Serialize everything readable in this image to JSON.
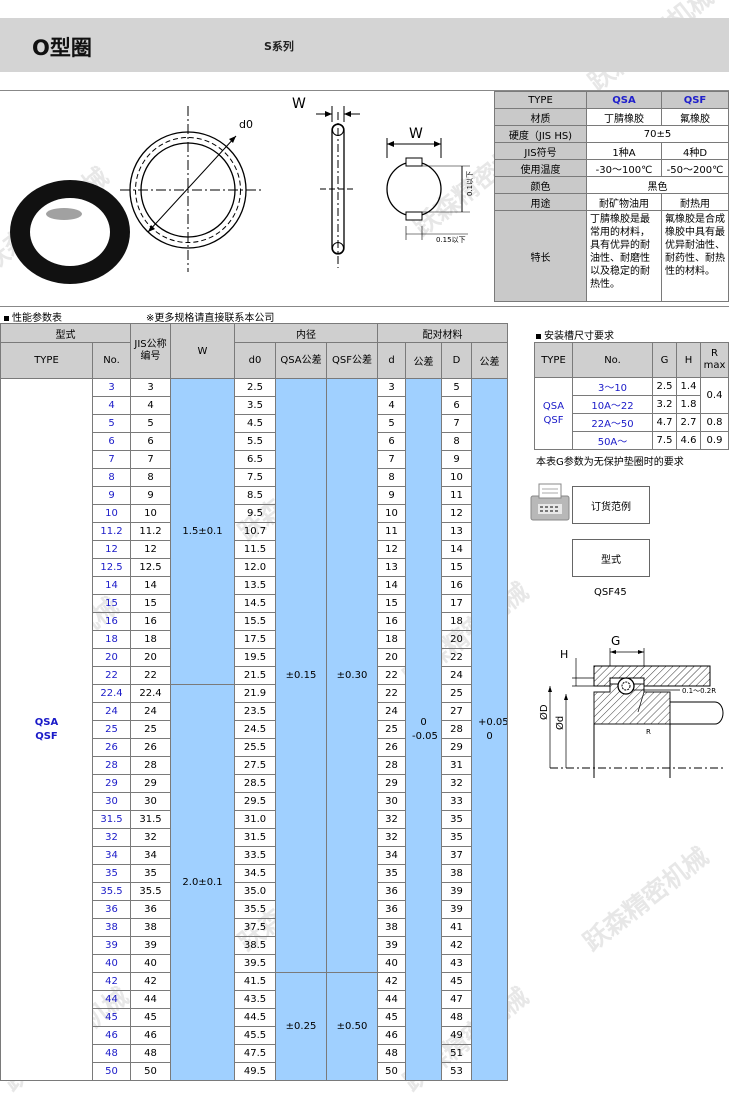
{
  "header": {
    "title": "O型圈",
    "series": "S系列"
  },
  "drawing": {
    "label_w_top": "W",
    "label_w_side": "W",
    "label_d0": "d0",
    "label_radius": "0.1以下",
    "label_chamfer": "0.15以下"
  },
  "properties": {
    "type_label": "TYPE",
    "col1": "QSA",
    "col2": "QSF",
    "rows": [
      {
        "label": "材质",
        "qsa": "丁腈橡胶",
        "qsf": "氟橡胶"
      },
      {
        "label": "硬度（JIS HS)",
        "both": "70±5"
      },
      {
        "label": "JIS符号",
        "qsa": "1种A",
        "qsf": "4种D"
      },
      {
        "label": "使用温度",
        "qsa": "-30～100℃",
        "qsf": "-50～200℃"
      },
      {
        "label": "颜色",
        "both": "黑色"
      },
      {
        "label": "用途",
        "qsa": "耐矿物油用",
        "qsf": "耐热用"
      },
      {
        "label": "特长",
        "qsa": "丁腈橡胶是最常用的材料，具有优异的耐油性、耐磨性以及稳定的耐热性。",
        "qsf": "氟橡胶是合成橡胶中具有最优异耐油性、耐药性、耐热性的材料。"
      }
    ]
  },
  "perf": {
    "title": "性能参数表",
    "note": "※更多规格请直接联系本公司"
  },
  "main_table": {
    "h_model": "型式",
    "h_inner": "内径",
    "h_mating": "配对材料",
    "h_type": "TYPE",
    "h_no": "No.",
    "h_jis": "JIS公称编号",
    "h_w": "W",
    "h_d0": "d0",
    "h_qsa_tol": "QSA公差",
    "h_qsf_tol": "QSF公差",
    "h_d": "d",
    "h_tol1": "公差",
    "h_D": "D",
    "h_tol2": "公差",
    "type_value": "QSA QSF",
    "w1": "1.5±0.1",
    "w2": "2.0±0.1",
    "tol_qsa_1": "±0.15",
    "tol_qsf_1": "±0.30",
    "tol_qsa_2": "±0.25",
    "tol_qsf_2": "±0.50",
    "tol_d": "0 -0.05",
    "tol_D": "+0.05 0",
    "rows": [
      [
        "3",
        "3",
        "2.5",
        "3",
        "5"
      ],
      [
        "4",
        "4",
        "3.5",
        "4",
        "6"
      ],
      [
        "5",
        "5",
        "4.5",
        "5",
        "7"
      ],
      [
        "6",
        "6",
        "5.5",
        "6",
        "8"
      ],
      [
        "7",
        "7",
        "6.5",
        "7",
        "9"
      ],
      [
        "8",
        "8",
        "7.5",
        "8",
        "10"
      ],
      [
        "9",
        "9",
        "8.5",
        "9",
        "11"
      ],
      [
        "10",
        "10",
        "9.5",
        "10",
        "12"
      ],
      [
        "11.2",
        "11.2",
        "10.7",
        "11",
        "13"
      ],
      [
        "12",
        "12",
        "11.5",
        "12",
        "14"
      ],
      [
        "12.5",
        "12.5",
        "12.0",
        "13",
        "15"
      ],
      [
        "14",
        "14",
        "13.5",
        "14",
        "16"
      ],
      [
        "15",
        "15",
        "14.5",
        "15",
        "17"
      ],
      [
        "16",
        "16",
        "15.5",
        "16",
        "18"
      ],
      [
        "18",
        "18",
        "17.5",
        "18",
        "20"
      ],
      [
        "20",
        "20",
        "19.5",
        "20",
        "22"
      ],
      [
        "22",
        "22",
        "21.5",
        "22",
        "24"
      ],
      [
        "22.4",
        "22.4",
        "21.9",
        "22",
        "25"
      ],
      [
        "24",
        "24",
        "23.5",
        "24",
        "27"
      ],
      [
        "25",
        "25",
        "24.5",
        "25",
        "28"
      ],
      [
        "26",
        "26",
        "25.5",
        "26",
        "29"
      ],
      [
        "28",
        "28",
        "27.5",
        "28",
        "31"
      ],
      [
        "29",
        "29",
        "28.5",
        "29",
        "32"
      ],
      [
        "30",
        "30",
        "29.5",
        "30",
        "33"
      ],
      [
        "31.5",
        "31.5",
        "31.0",
        "32",
        "35"
      ],
      [
        "32",
        "32",
        "31.5",
        "32",
        "35"
      ],
      [
        "34",
        "34",
        "33.5",
        "34",
        "37"
      ],
      [
        "35",
        "35",
        "34.5",
        "35",
        "38"
      ],
      [
        "35.5",
        "35.5",
        "35.0",
        "36",
        "39"
      ],
      [
        "36",
        "36",
        "35.5",
        "36",
        "39"
      ],
      [
        "38",
        "38",
        "37.5",
        "38",
        "41"
      ],
      [
        "39",
        "39",
        "38.5",
        "39",
        "42"
      ],
      [
        "40",
        "40",
        "39.5",
        "40",
        "43"
      ],
      [
        "42",
        "42",
        "41.5",
        "42",
        "45"
      ],
      [
        "44",
        "44",
        "43.5",
        "44",
        "47"
      ],
      [
        "45",
        "45",
        "44.5",
        "45",
        "48"
      ],
      [
        "46",
        "46",
        "45.5",
        "46",
        "49"
      ],
      [
        "48",
        "48",
        "47.5",
        "48",
        "51"
      ],
      [
        "50",
        "50",
        "49.5",
        "50",
        "53"
      ]
    ]
  },
  "groove": {
    "title": "安装槽尺寸要求",
    "h_type": "TYPE",
    "h_no": "No.",
    "h_g": "G",
    "h_h": "H",
    "h_r": "R max",
    "type_value": "QSA QSF",
    "rows": [
      {
        "no": "3～10",
        "g": "2.5",
        "h": "1.4"
      },
      {
        "no": "10A～22",
        "g": "3.2",
        "h": "1.8"
      },
      {
        "no": "22A～50",
        "g": "4.7",
        "h": "2.7"
      },
      {
        "no": "50A～",
        "g": "7.5",
        "h": "4.6"
      }
    ],
    "r_values": [
      "0.4",
      "0.8",
      "0.9"
    ],
    "note": "本表G参数为无保护垫圈时的要求"
  },
  "order": {
    "button_label": "订货范例",
    "model_label": "型式",
    "model_value": "QSF45"
  },
  "groove_drawing": {
    "label_g": "G",
    "label_h": "H",
    "label_D": "ØD",
    "label_d": "Ød",
    "label_r": "R",
    "label_radius": "0.1～0.2R"
  },
  "watermark": "跃森精密机械"
}
